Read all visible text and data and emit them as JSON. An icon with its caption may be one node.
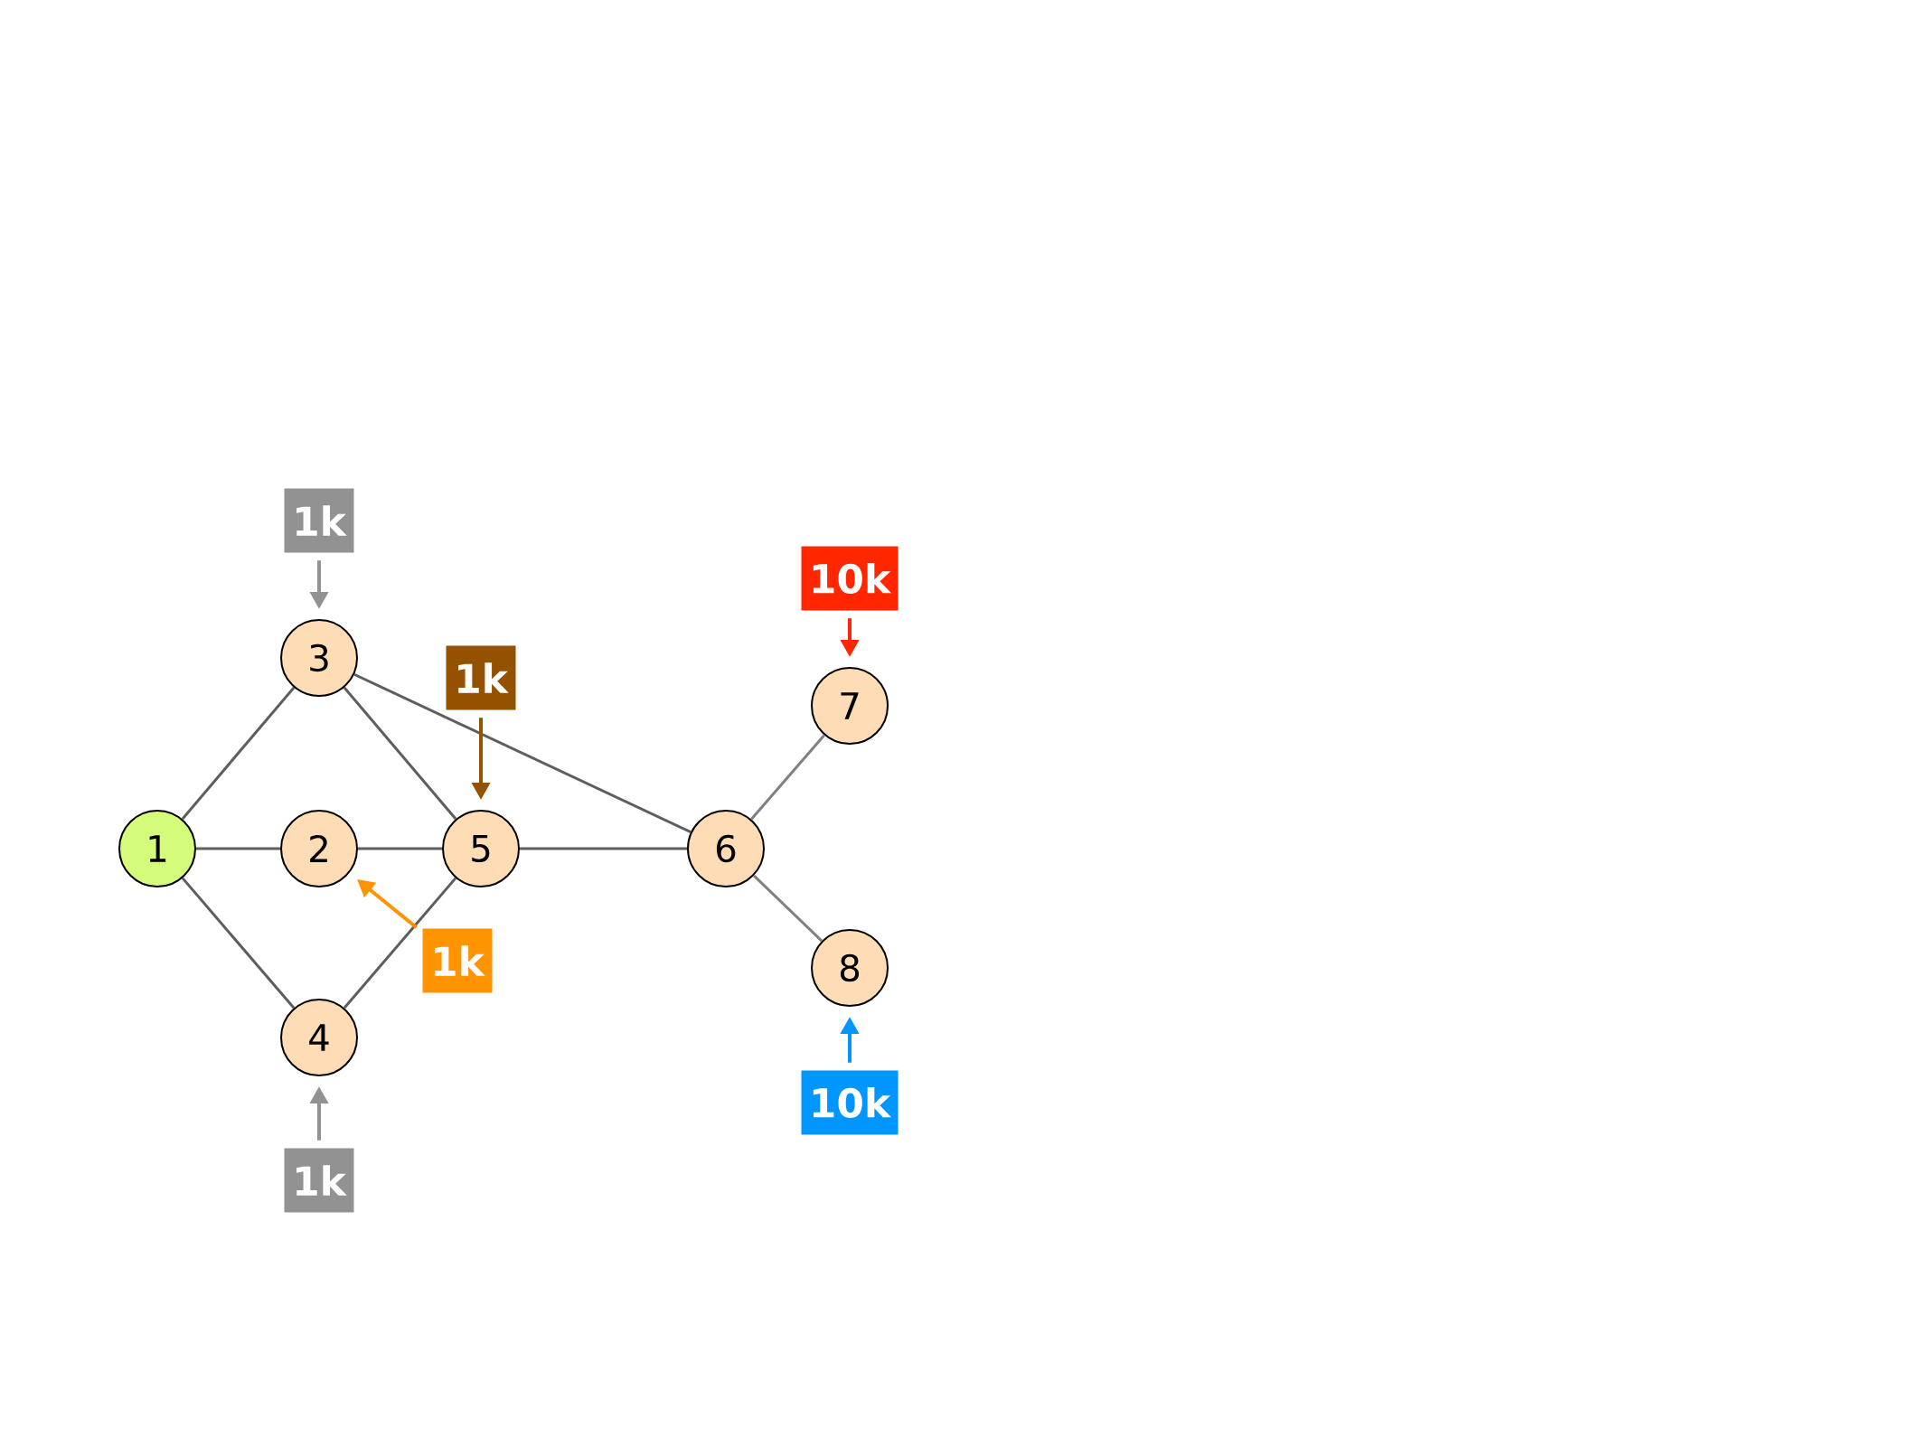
{
  "diagram": {
    "nodes": [
      {
        "text": [
          "1"
        ]
      },
      {
        "text": [
          "2"
        ]
      },
      {
        "text": [
          "3"
        ]
      },
      {
        "text": [
          "4"
        ]
      },
      {
        "text": [
          "5"
        ]
      },
      {
        "text": [
          "6"
        ]
      },
      {
        "text": [
          "7"
        ]
      },
      {
        "text": [
          "8"
        ]
      },
      {
        "text": [
          "1k"
        ]
      },
      {
        "text": [
          "1k"
        ]
      },
      {
        "text": [
          "1k"
        ]
      },
      {
        "text": [
          "1k"
        ]
      },
      {
        "text": [
          "10k"
        ]
      },
      {
        "text": [
          "10k"
        ]
      }
    ],
    "edges": [
      {
        "from": 0,
        "to": 2,
        "arrow": "none"
      },
      {
        "from": 0,
        "to": 1,
        "arrow": "none"
      },
      {
        "from": 0,
        "to": 3,
        "arrow": "none"
      },
      {
        "from": 2,
        "to": 4,
        "arrow": "none"
      },
      {
        "from": 2,
        "to": 5,
        "arrow": "none"
      },
      {
        "from": 1,
        "to": 4,
        "arrow": "none"
      },
      {
        "from": 3,
        "to": 4,
        "arrow": "none"
      },
      {
        "from": 4,
        "to": 5,
        "arrow": "none"
      },
      {
        "from": 5,
        "to": 6,
        "arrow": "none",
        "color": "#808080"
      },
      {
        "from": 5,
        "to": 7,
        "arrow": "none",
        "color": "#808080"
      },
      {
        "from": 8,
        "to": 2,
        "arrow": "to",
        "color": "#929292"
      },
      {
        "from": 9,
        "to": 4,
        "arrow": "to",
        "color": "#945200"
      },
      {
        "from": 10,
        "to": 1,
        "arrow": "to",
        "color": "#ff9300"
      },
      {
        "from": 11,
        "to": 3,
        "arrow": "to",
        "color": "#929292"
      },
      {
        "from": 12,
        "to": 6,
        "arrow": "to",
        "color": "#ff2600"
      },
      {
        "from": 13,
        "to": 7,
        "arrow": "to",
        "color": "#0096ff"
      }
    ]
  }
}
